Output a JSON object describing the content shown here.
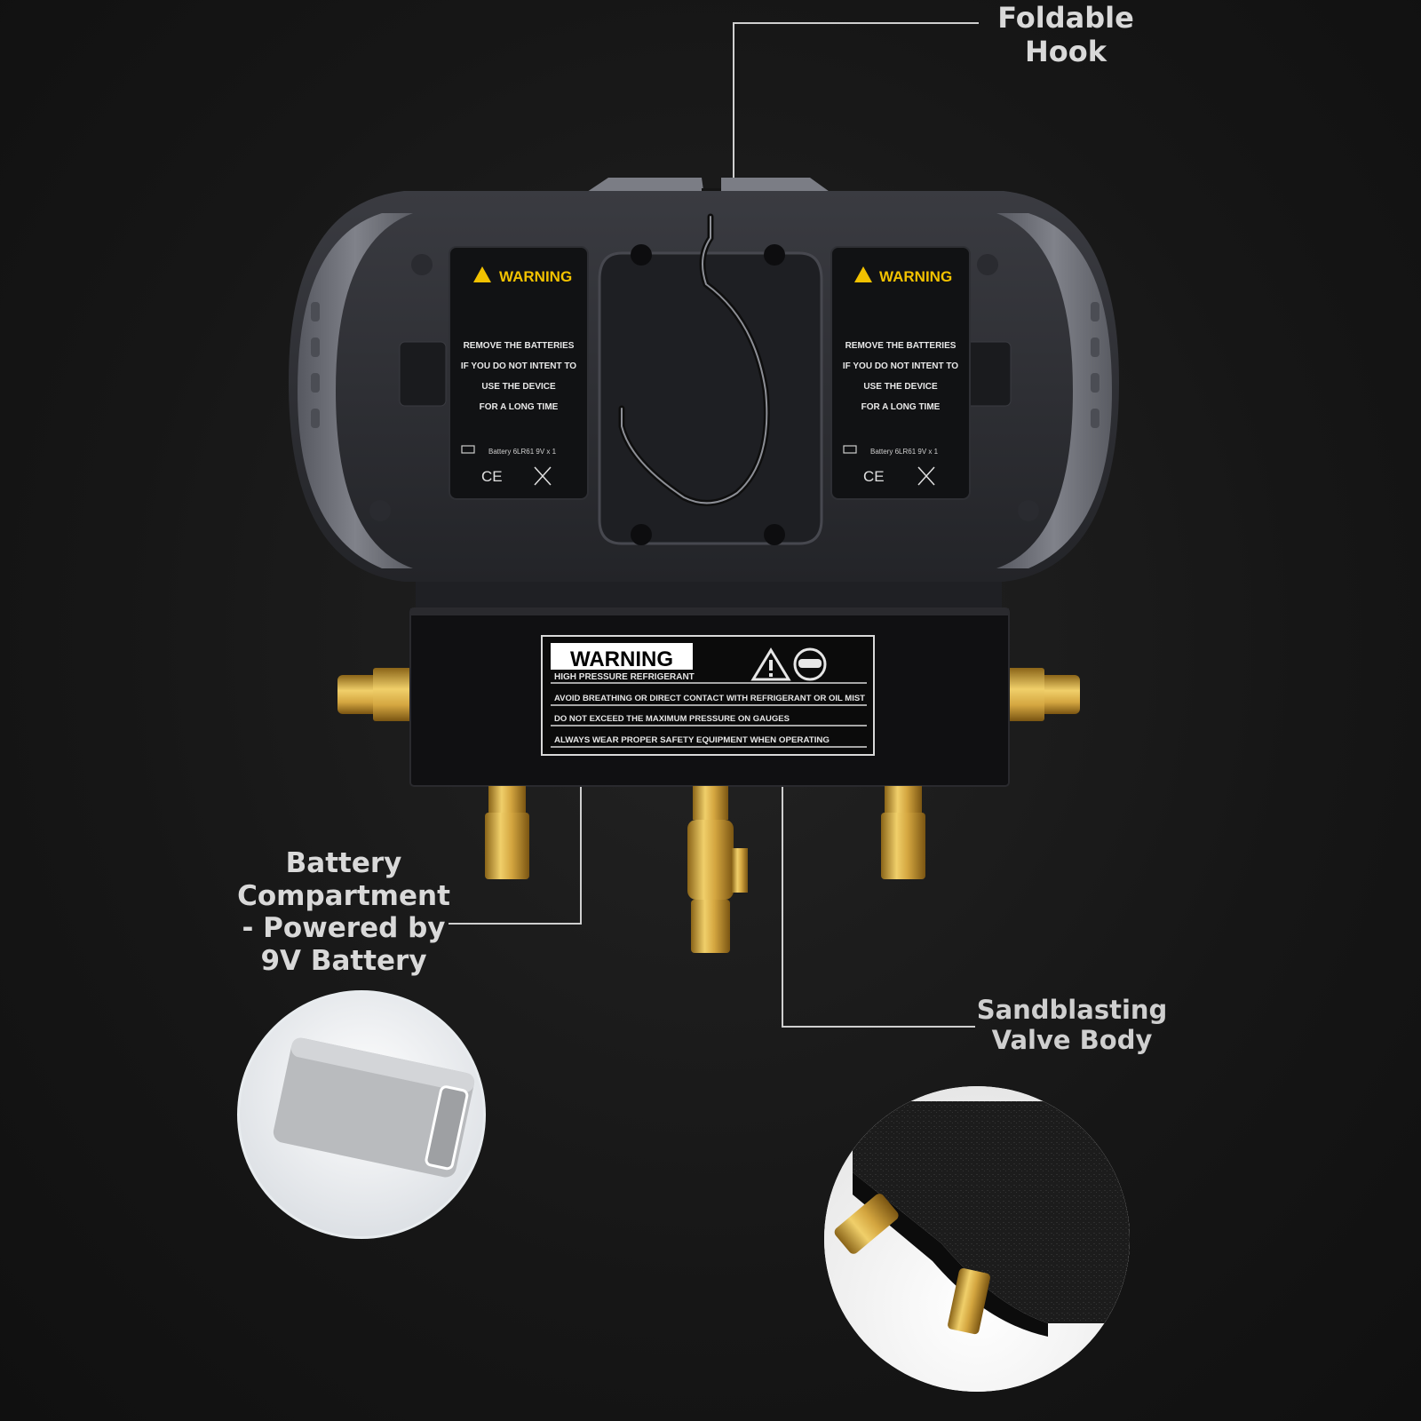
{
  "callouts": {
    "foldable_hook": [
      "Foldable",
      "Hook"
    ],
    "battery": [
      "Battery",
      "Compartment",
      "- Powered by",
      "9V Battery"
    ],
    "valve_body": [
      "Sandblasting",
      "Valve Body"
    ]
  },
  "battery_labels": {
    "warning_title": "WARNING",
    "lines": [
      "REMOVE THE BATTERIES",
      "IF YOU DO NOT INTENT TO",
      "USE THE DEVICE",
      "FOR A LONG TIME"
    ],
    "battery_spec": "Battery 6LR61 9V x 1",
    "ce_mark": "CE"
  },
  "manifold_label": {
    "title": "WARNING",
    "rows": [
      "HIGH PRESSURE REFRIGERANT",
      "AVOID BREATHING OR DIRECT CONTACT WITH REFRIGERANT OR OIL MIST",
      "DO NOT EXCEED THE MAXIMUM PRESSURE ON GAUGES",
      "ALWAYS WEAR PROPER SAFETY EQUIPMENT WHEN OPERATING"
    ]
  },
  "colors": {
    "background": "#161616",
    "housing": "#2a2b30",
    "bumper": "#6e7078",
    "label_text": "#d9d9d9",
    "warning_yellow": "#f2c200",
    "brass": "#d4a640"
  }
}
